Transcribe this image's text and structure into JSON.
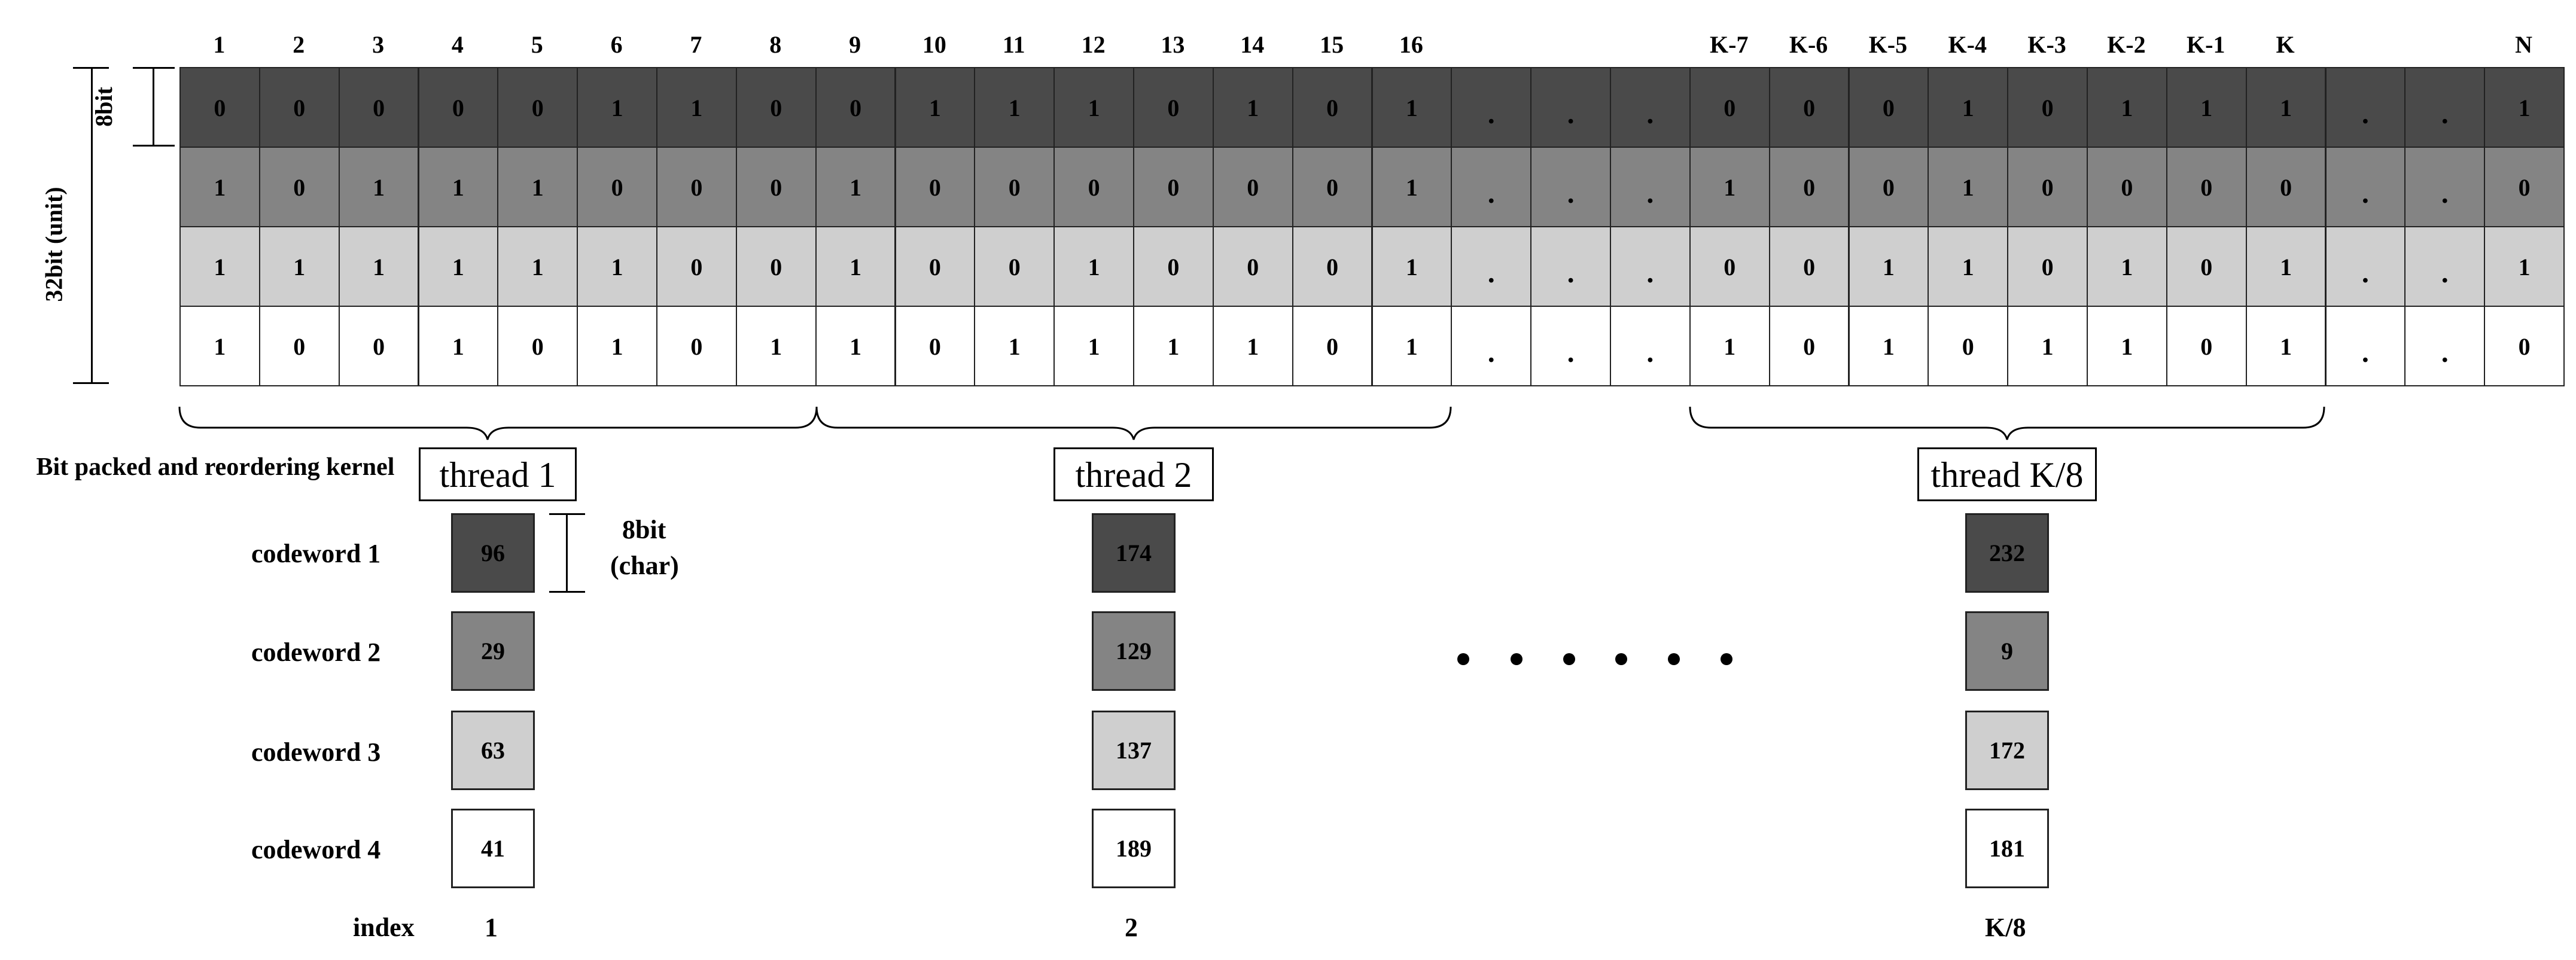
{
  "columns": [
    "1",
    "2",
    "3",
    "4",
    "5",
    "6",
    "7",
    "8",
    "9",
    "10",
    "11",
    "12",
    "13",
    "14",
    "15",
    "16",
    "",
    "",
    "",
    "K-7",
    "K-6",
    "K-5",
    "K-4",
    "K-3",
    "K-2",
    "K-1",
    "K",
    "",
    "",
    "N"
  ],
  "rows": [
    {
      "shade": "dark",
      "bits": [
        "0",
        "0",
        "0",
        "0",
        "0",
        "1",
        "1",
        "0",
        "0",
        "1",
        "1",
        "1",
        "0",
        "1",
        "0",
        "1",
        ".",
        ".",
        ".",
        "0",
        "0",
        "0",
        "1",
        "0",
        "1",
        "1",
        "1",
        ".",
        ".",
        "1"
      ]
    },
    {
      "shade": "mid",
      "bits": [
        "1",
        "0",
        "1",
        "1",
        "1",
        "0",
        "0",
        "0",
        "1",
        "0",
        "0",
        "0",
        "0",
        "0",
        "0",
        "1",
        ".",
        ".",
        ".",
        "1",
        "0",
        "0",
        "1",
        "0",
        "0",
        "0",
        "0",
        ".",
        ".",
        "0"
      ]
    },
    {
      "shade": "light",
      "bits": [
        "1",
        "1",
        "1",
        "1",
        "1",
        "1",
        "0",
        "0",
        "1",
        "0",
        "0",
        "1",
        "0",
        "0",
        "0",
        "1",
        ".",
        ".",
        ".",
        "0",
        "0",
        "1",
        "1",
        "0",
        "1",
        "0",
        "1",
        ".",
        ".",
        "1"
      ]
    },
    {
      "shade": "white",
      "bits": [
        "1",
        "0",
        "0",
        "1",
        "0",
        "1",
        "0",
        "1",
        "1",
        "0",
        "1",
        "1",
        "1",
        "1",
        "0",
        "1",
        ".",
        ".",
        ".",
        "1",
        "0",
        "1",
        "0",
        "1",
        "1",
        "0",
        "1",
        ".",
        ".",
        "0"
      ]
    }
  ],
  "labels": {
    "bit8": "8bit",
    "bit32": "32bit (unit)",
    "kernel": "Bit packed and reordering kernel",
    "char_top": "8bit",
    "char_bottom": "(char)",
    "index": "index"
  },
  "codeword_labels": [
    "codeword 1",
    "codeword 2",
    "codeword 3",
    "codeword 4"
  ],
  "threads": [
    {
      "name": "thread 1",
      "codewords": [
        "96",
        "29",
        "63",
        "41"
      ],
      "index": "1"
    },
    {
      "name": "thread 2",
      "codewords": [
        "174",
        "129",
        "137",
        "189"
      ],
      "index": "2"
    },
    {
      "name": "thread K/8",
      "codewords": [
        "232",
        "9",
        "172",
        "181"
      ],
      "index": "K/8"
    }
  ],
  "colors": {
    "dark": "#4a4a4a",
    "mid": "#848484",
    "light": "#cfcfcf",
    "white": "#ffffff"
  }
}
